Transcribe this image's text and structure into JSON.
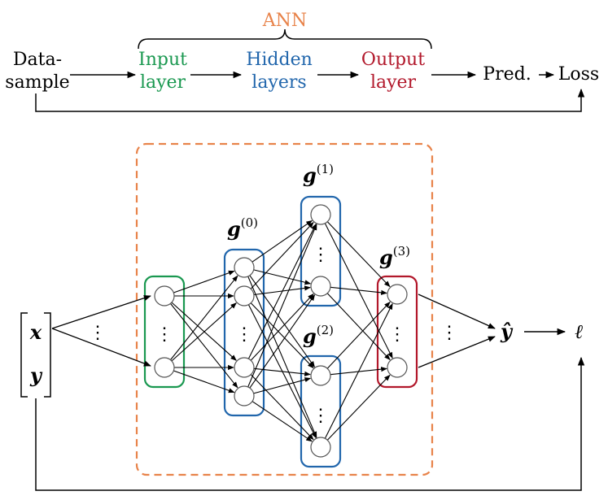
{
  "flow": {
    "ann_label": "ANN",
    "data_sample_line1": "Data-",
    "data_sample_line2": "sample",
    "input_line1": "Input",
    "input_line2": "layer",
    "hidden_line1": "Hidden",
    "hidden_line2": "layers",
    "output_line1": "Output",
    "output_line2": "layer",
    "pred": "Pred.",
    "loss": "Loss"
  },
  "network": {
    "x_label": "x",
    "y_label": "y",
    "yhat_label": "ŷ",
    "loss_label": "ℓ",
    "g_symbol": "g",
    "g0_sup": "(0)",
    "g1_sup": "(1)",
    "g2_sup": "(2)",
    "g3_sup": "(3)",
    "dots": "⋮"
  },
  "colors": {
    "ann": "#e8834a",
    "input": "#1a9850",
    "hidden": "#2166ac",
    "output": "#b2182b",
    "stroke": "#000000"
  }
}
